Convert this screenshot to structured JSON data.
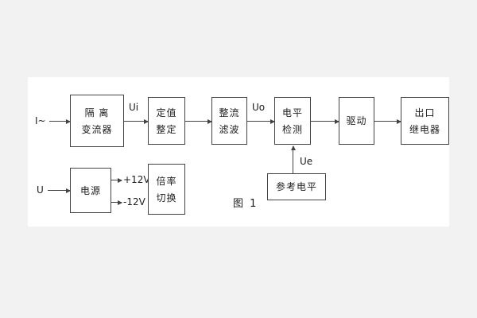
{
  "figure": {
    "caption": "图 1",
    "labels": {
      "input_current": "I~",
      "input_voltage": "U",
      "ui": "Ui",
      "uo": "Uo",
      "ue": "Ue",
      "plus12v": "+12V",
      "minus12v": "-12V"
    },
    "blocks": {
      "isolation": {
        "line1": "隔 离",
        "line2": "变流器"
      },
      "setting": {
        "line1": "定值",
        "line2": "整定"
      },
      "rectifier": {
        "line1": "整流",
        "line2": "滤波"
      },
      "level_detect": {
        "line1": "电平",
        "line2": "检测"
      },
      "drive": {
        "label": "驱动"
      },
      "output_relay": {
        "line1": "出口",
        "line2": "继电器"
      },
      "power": {
        "label": "电源"
      },
      "ratio_switch": {
        "line1": "倍率",
        "line2": "切换"
      },
      "reference_level": {
        "label": "参考电平"
      }
    }
  }
}
